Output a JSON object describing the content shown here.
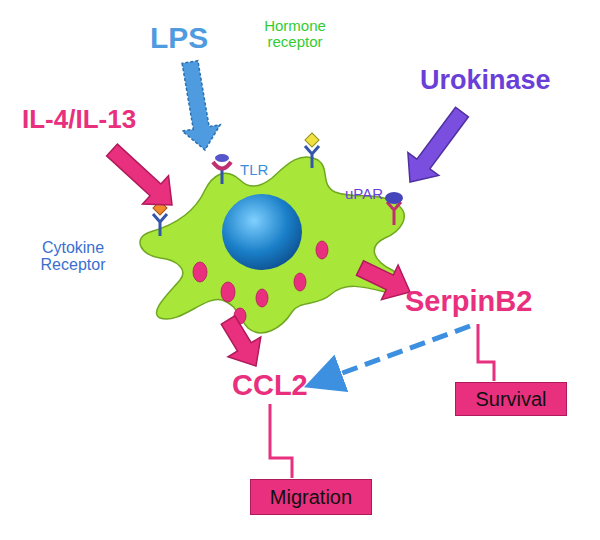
{
  "diagram": {
    "nodes": [
      {
        "text": [
          "Survival"
        ]
      },
      {
        "text": [
          "Migration"
        ]
      }
    ],
    "labels": [
      "LPS",
      "IL-4/IL-13",
      "Hormone receptor",
      "Urokinase",
      "TLR",
      "uPAR",
      "Cytokine Receptor",
      "SerpinB2",
      "CCL2"
    ]
  }
}
